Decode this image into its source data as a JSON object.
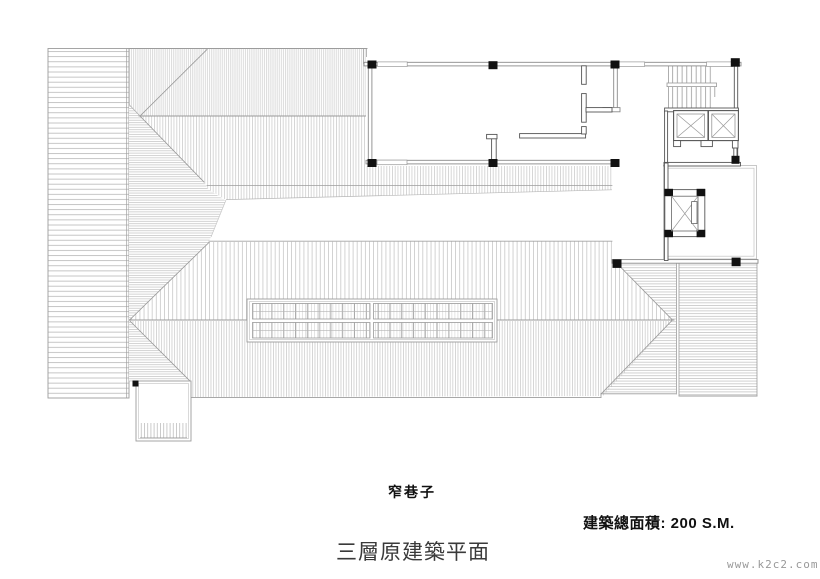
{
  "labels": {
    "street": "窄巷子",
    "total_area": "建築總面積:  200 S.M.",
    "title": "三層原建築平面",
    "watermark": "www.k2c2.com"
  },
  "colors": {
    "paper": "#ffffff",
    "hatch_light": "#b0b0b0",
    "roof_outline": "#9c9c9c",
    "wall_gray": "#8a8a8a",
    "wall_dark": "#555555",
    "column_black": "#111111",
    "text": "#111111",
    "title_text": "#3a3a3a",
    "watermark_text": "#999999"
  }
}
